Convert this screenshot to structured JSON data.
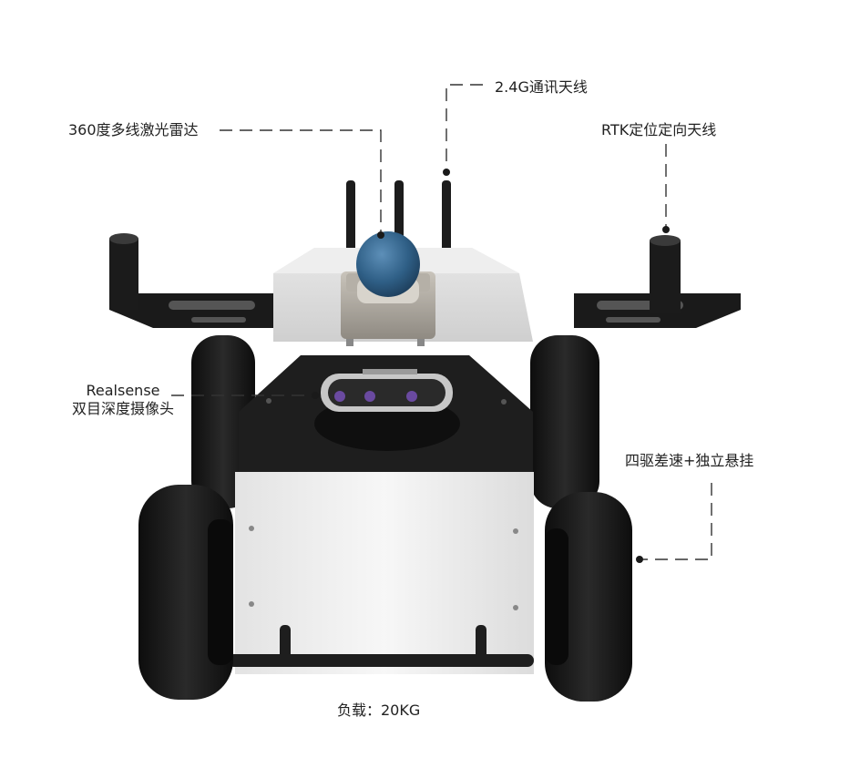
{
  "callouts": {
    "lidar": "360度多线激光雷达",
    "antenna_24g": "2.4G通讯天线",
    "rtk": "RTK定位定向天线",
    "camera_line1": "Realsense",
    "camera_line2": "双目深度摄像头",
    "drive": "四驱差速+独立悬挂"
  },
  "payload": "负载：20KG",
  "colors": {
    "body": "#f2f2f2",
    "body_shade": "#d9d9d9",
    "dark_panel": "#1e1e1e",
    "frame": "#1a1a1a",
    "tire": "#151515",
    "lidar_dome": "#2f5f86",
    "lidar_base": "#a8a39a",
    "leader_line": "#333333",
    "text": "#222222"
  }
}
